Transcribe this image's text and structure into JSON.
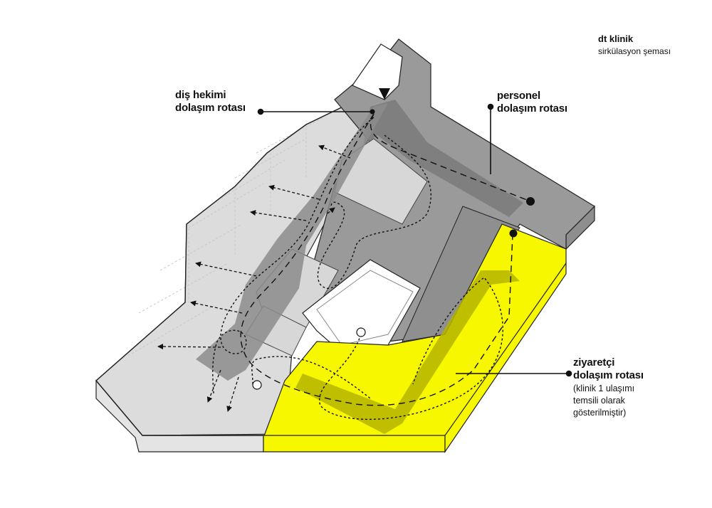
{
  "title": {
    "name": "dt klinik",
    "subtitle": "sirkülasyon şeması"
  },
  "routes": {
    "dentist": {
      "line1": "diş hekimi",
      "line2": "dolaşım rotası"
    },
    "staff": {
      "line1": "personel",
      "line2": "dolaşım rotası"
    },
    "visitor": {
      "line1": "ziyaretçi",
      "line2": "dolaşım rotası",
      "note1": "(klinik 1 ulaşımı",
      "note2": "temsili olarak",
      "note3": "gösterilmiştir)"
    }
  },
  "colors": {
    "visitor_zone": "#f7f700",
    "visitor_route": "#b5b500",
    "staff_zone": "#9a9a9a",
    "staff_route": "#7a7a7a",
    "dentist_zone": "#dcdcdc",
    "dentist_route": "#8c8c8c"
  }
}
